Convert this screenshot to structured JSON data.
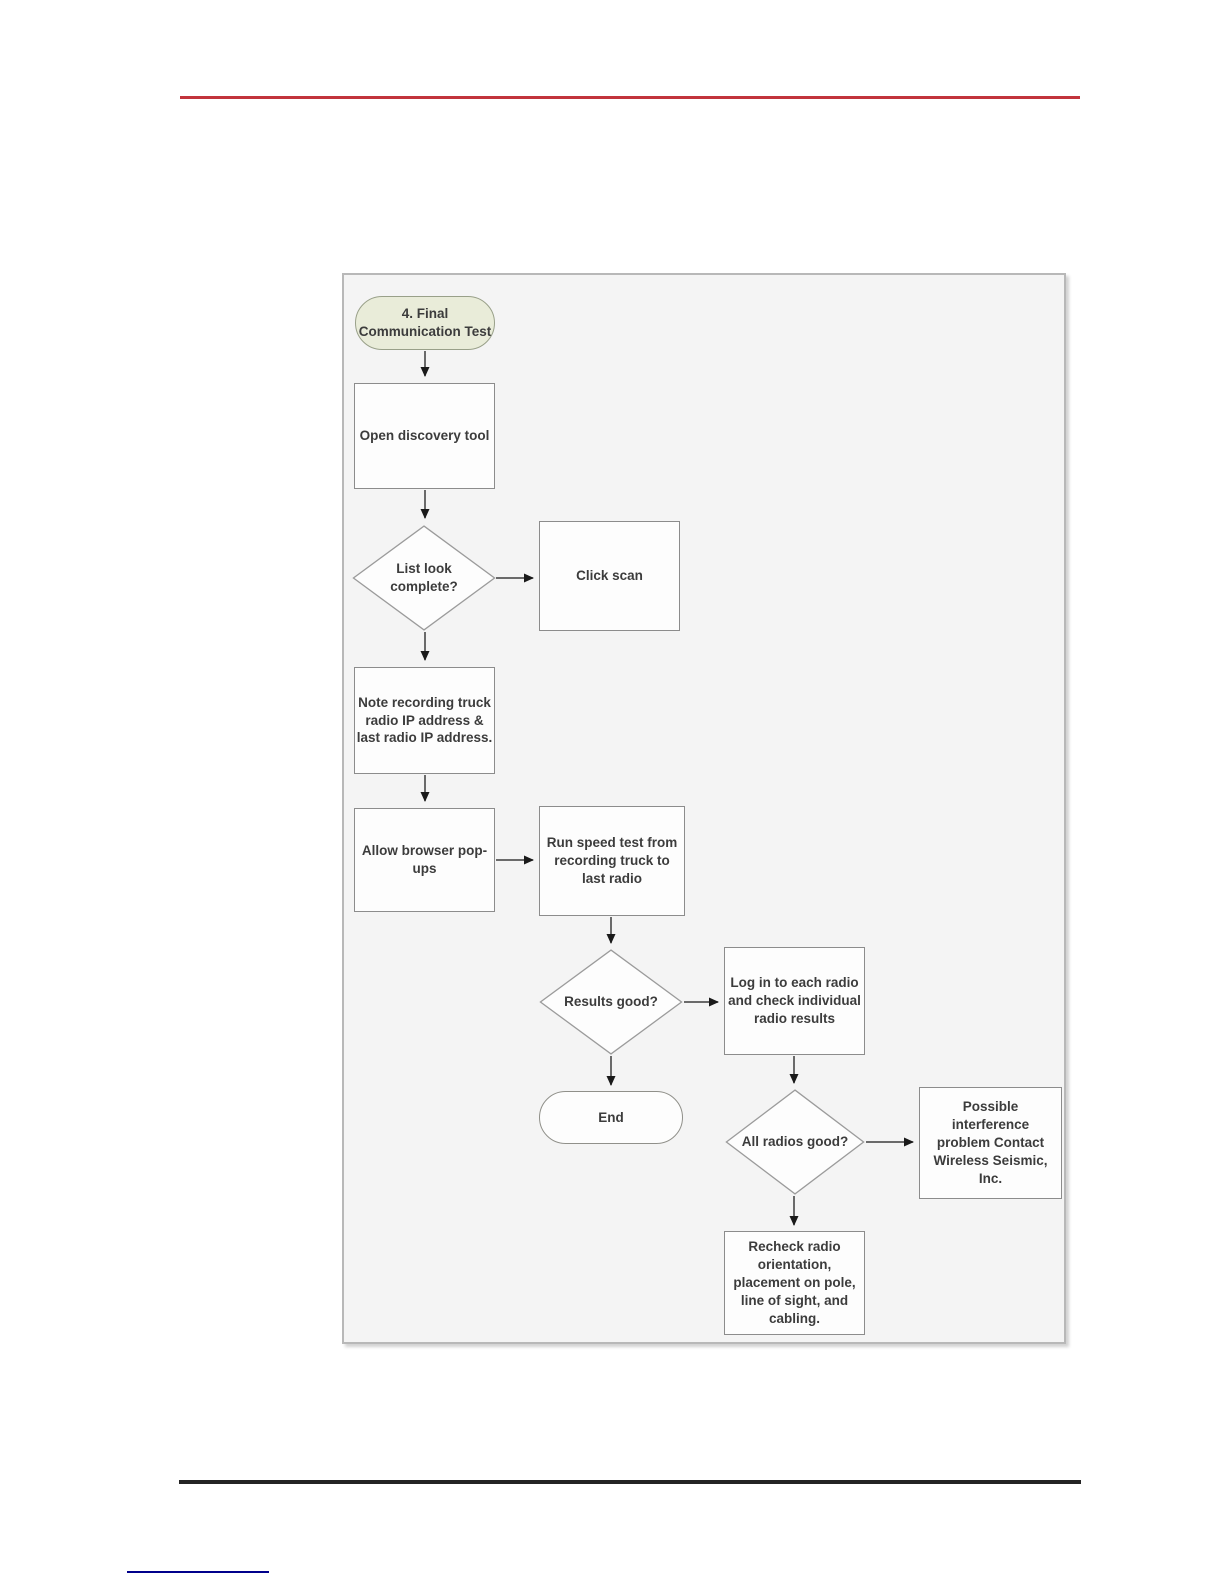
{
  "page": {
    "background": "#ffffff",
    "top_rule_color": "#c2343c",
    "bottom_rule_color": "#242424",
    "footer_link_color": "#00008b"
  },
  "flowchart": {
    "canvas_background": "#f4f4f4",
    "start_node_fill": "#e9ecd9",
    "node_border_color": "#8c8c8c",
    "arrow_color": "#1a1a1a",
    "nodes": [
      {
        "id": "start",
        "type": "terminator-start",
        "label": "4. Final\nCommunication Test"
      },
      {
        "id": "open",
        "type": "process",
        "label": "Open discovery tool"
      },
      {
        "id": "list",
        "type": "decision",
        "label": "List look\ncomplete?"
      },
      {
        "id": "click",
        "type": "process",
        "label": "Click scan"
      },
      {
        "id": "note",
        "type": "process",
        "label": "Note recording truck\nradio IP address &\nlast radio IP address."
      },
      {
        "id": "allow",
        "type": "process",
        "label": "Allow browser pop-\nups"
      },
      {
        "id": "speed",
        "type": "process",
        "label": "Run speed test from\nrecording truck to\nlast radio"
      },
      {
        "id": "results",
        "type": "decision",
        "label": "Results good?"
      },
      {
        "id": "login",
        "type": "process",
        "label": "Log in to each radio\nand check individual\nradio results"
      },
      {
        "id": "end",
        "type": "terminator",
        "label": "End"
      },
      {
        "id": "allradios",
        "type": "decision",
        "label": "All radios good?"
      },
      {
        "id": "interference",
        "type": "process",
        "label": "Possible\ninterference\nproblem Contact\nWireless Seismic,\nInc."
      },
      {
        "id": "recheck",
        "type": "process",
        "label": "Recheck radio\norientation,\nplacement on pole,\nline of sight, and\ncabling."
      }
    ],
    "edges": [
      {
        "from": "start",
        "to": "open"
      },
      {
        "from": "open",
        "to": "list"
      },
      {
        "from": "list",
        "to": "click"
      },
      {
        "from": "list",
        "to": "note"
      },
      {
        "from": "note",
        "to": "allow"
      },
      {
        "from": "allow",
        "to": "speed"
      },
      {
        "from": "speed",
        "to": "results"
      },
      {
        "from": "results",
        "to": "login"
      },
      {
        "from": "results",
        "to": "end"
      },
      {
        "from": "login",
        "to": "allradios"
      },
      {
        "from": "allradios",
        "to": "interference"
      },
      {
        "from": "allradios",
        "to": "recheck"
      }
    ]
  }
}
